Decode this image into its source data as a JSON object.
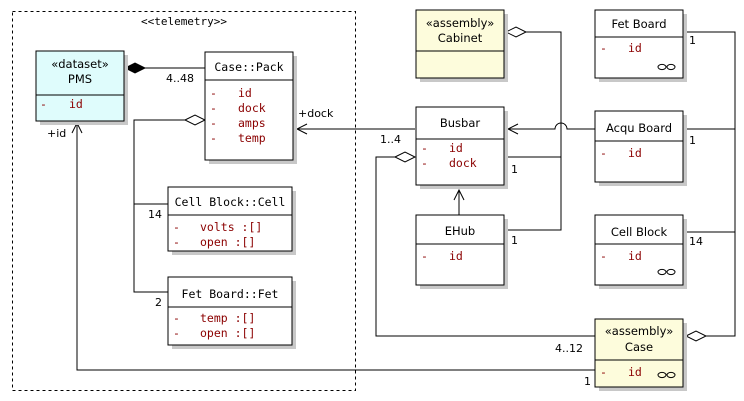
{
  "package": {
    "title": "<<telemetry>>"
  },
  "classes": {
    "pms": {
      "stereotype": "«dataset»",
      "name": "PMS",
      "attrs": [
        {
          "vis": "-",
          "text": "id"
        }
      ]
    },
    "pack": {
      "name": "Case::Pack",
      "attrs": [
        {
          "vis": "-",
          "text": "id"
        },
        {
          "vis": "-",
          "text": "dock"
        },
        {
          "vis": "-",
          "text": "amps"
        },
        {
          "vis": "-",
          "text": "temp"
        }
      ]
    },
    "cell": {
      "name": "Cell Block::Cell",
      "attrs": [
        {
          "vis": "-",
          "text": "volts  :[]"
        },
        {
          "vis": "-",
          "text": "open  :[]"
        }
      ]
    },
    "fet": {
      "name": "Fet Board::Fet",
      "attrs": [
        {
          "vis": "-",
          "text": "temp  :[]"
        },
        {
          "vis": "-",
          "text": "open  :[]"
        }
      ]
    },
    "cabinet": {
      "stereotype": "«assembly»",
      "name": "Cabinet"
    },
    "busbar": {
      "name": "Busbar",
      "attrs": [
        {
          "vis": "-",
          "text": "id"
        },
        {
          "vis": "-",
          "text": "dock"
        }
      ]
    },
    "ehub": {
      "name": "EHub",
      "attrs": [
        {
          "vis": "-",
          "text": "id"
        }
      ]
    },
    "fetboard": {
      "name": "Fet Board",
      "attrs": [
        {
          "vis": "-",
          "text": "id"
        }
      ]
    },
    "acqu": {
      "name": "Acqu Board",
      "attrs": [
        {
          "vis": "-",
          "text": "id"
        }
      ]
    },
    "cellblock": {
      "name": "Cell Block",
      "attrs": [
        {
          "vis": "-",
          "text": "id"
        }
      ]
    },
    "case": {
      "stereotype": "«assembly»",
      "name": "Case",
      "attrs": [
        {
          "vis": "-",
          "text": "id"
        }
      ]
    }
  },
  "labels": {
    "pack_4_48": "4..48",
    "plus_id": "+id",
    "plus_dock": "+dock",
    "busbar_1_4": "1..4",
    "busbar_1": "1",
    "ehub_1": "1",
    "cell_14": "14",
    "fet_2": "2",
    "fetboard_1": "1",
    "acqu_1": "1",
    "cellblock_14": "14",
    "case_4_12": "4..12",
    "case_1": "1"
  },
  "colors": {
    "dataset_fill": "#dffcfc",
    "assembly_fill": "#fdfcdc",
    "class_fill": "#ffffff",
    "attr_text": "#8b0000"
  }
}
